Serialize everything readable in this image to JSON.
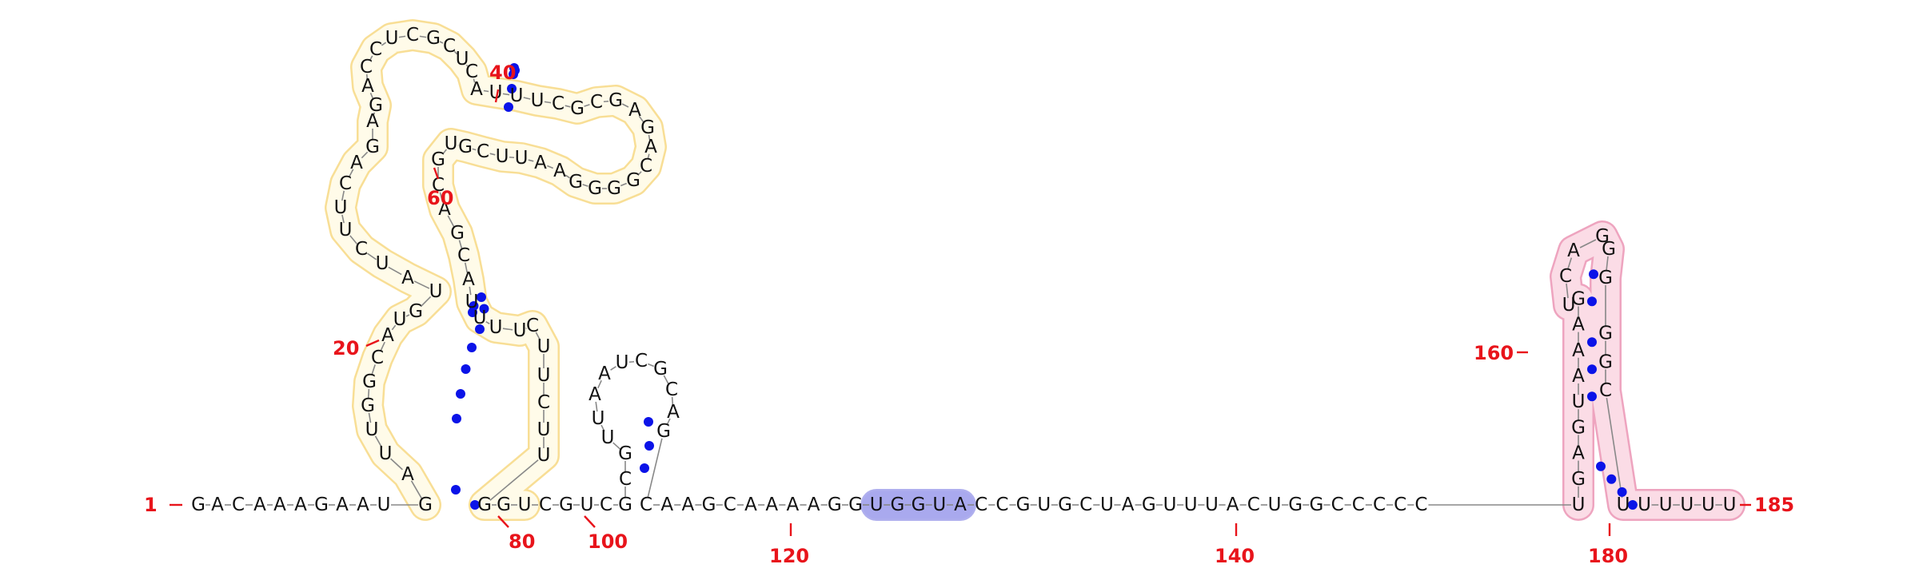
{
  "colors": {
    "nucleotide": "#111111",
    "backbone": "#888888",
    "pair": "#0b13e8",
    "position_label": "#e8141b",
    "highlight_yellow_stroke": "#f3c23e",
    "highlight_yellow_fill": "#fffbe9",
    "highlight_blue_stroke": "#6d6de0",
    "highlight_blue_fill": "#a9a9ee",
    "highlight_pink_stroke": "#e05a8a",
    "highlight_pink_fill": "#fbdce6"
  },
  "sequence": "GACAAAGAAUGAUUGGCAUGUAUCUUCAGAGACCUCGCUCAUUUCGCGAGACGGGGAAUUCGUGCAGCAUUUUCUUCUUGGUCGUCGCGUUAAUCGCAGCAAGCAAAAGGUGGUACCGUGCUAGUUUACUGGCCCCCUGAGUAAAGUCAGGGGGCUUUUUU",
  "position_labels": [
    {
      "text": "1"
    },
    {
      "text": "20"
    },
    {
      "text": "40"
    },
    {
      "text": "60"
    },
    {
      "text": "80"
    },
    {
      "text": "100"
    },
    {
      "text": "120"
    },
    {
      "text": "140"
    },
    {
      "text": "160"
    },
    {
      "text": "180"
    },
    {
      "text": "185"
    }
  ],
  "pairs": [
    [
      11,
      82
    ],
    [
      12,
      81
    ],
    [
      13,
      57
    ],
    [
      14,
      56
    ],
    [
      15,
      55
    ],
    [
      16,
      79
    ],
    [
      17,
      78
    ],
    [
      18,
      77
    ],
    [
      19,
      76
    ],
    [
      20,
      75
    ],
    [
      21,
      74
    ],
    [
      33,
      51
    ],
    [
      34,
      50
    ],
    [
      35,
      49
    ],
    [
      36,
      48
    ],
    [
      37,
      47
    ],
    [
      87,
      99
    ],
    [
      88,
      98
    ],
    [
      89,
      97
    ],
    [
      138,
      159
    ],
    [
      139,
      158
    ],
    [
      140,
      157
    ],
    [
      141,
      156
    ],
    [
      142,
      155
    ],
    [
      143,
      154
    ],
    [
      144,
      153
    ],
    [
      145,
      152
    ],
    [
      146,
      151
    ]
  ],
  "highlights": [
    {
      "name": "yellow-region",
      "from": 11,
      "to": 82,
      "color": "yellow"
    },
    {
      "name": "blue-region",
      "from": 111,
      "to": 115,
      "color": "blue"
    },
    {
      "name": "pink-region",
      "from": 138,
      "to": 185,
      "color": "pink"
    }
  ]
}
